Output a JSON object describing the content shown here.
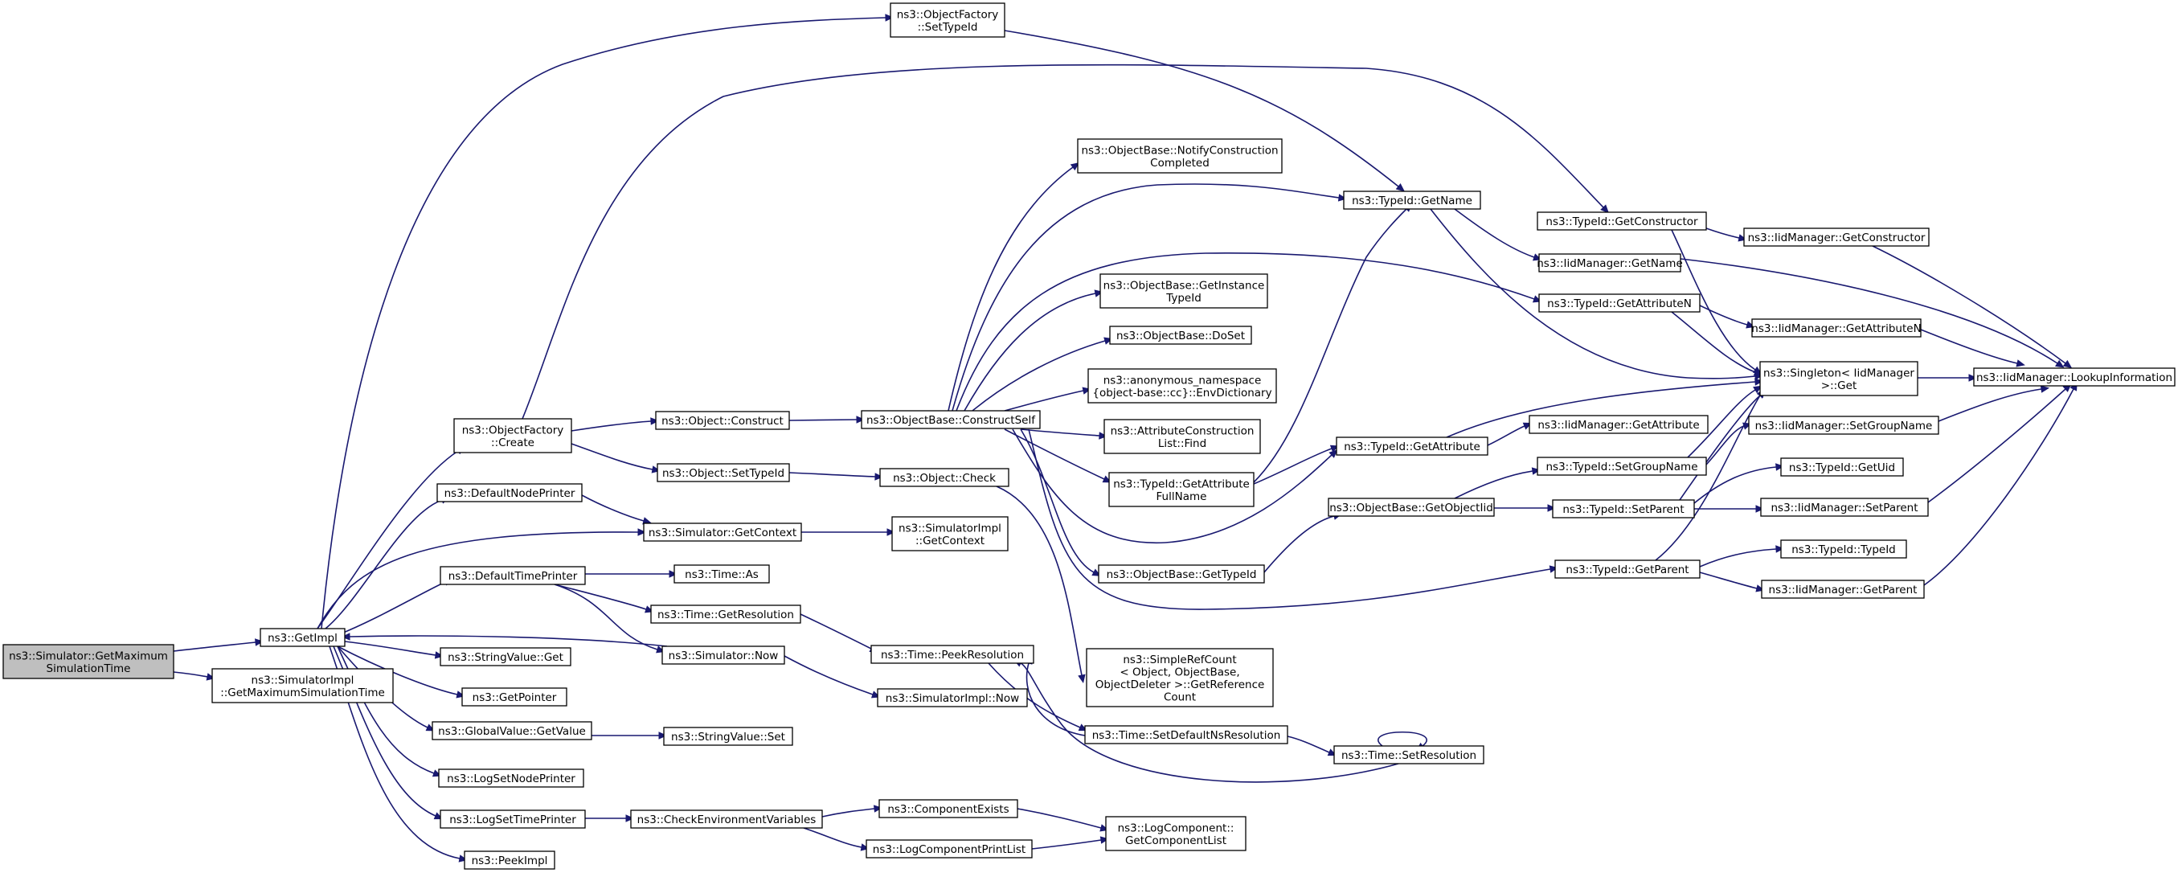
{
  "title": "",
  "colors": {
    "edge": "#191970",
    "node_border": "#000000",
    "root_fill": "#bfbfbf",
    "node_fill": "#ffffff"
  },
  "nodes": [
    {
      "id": "root",
      "lines": [
        "ns3::Simulator::GetMaximum",
        "SimulationTime"
      ],
      "root": true
    },
    {
      "id": "getimpl",
      "lines": [
        "ns3::GetImpl"
      ]
    },
    {
      "id": "simimplmax",
      "lines": [
        "ns3::SimulatorImpl",
        "::GetMaximumSimulationTime"
      ]
    },
    {
      "id": "ofcreate",
      "lines": [
        "ns3::ObjectFactory",
        "::Create"
      ]
    },
    {
      "id": "defnodeprinter",
      "lines": [
        "ns3::DefaultNodePrinter"
      ]
    },
    {
      "id": "deftimeprinter",
      "lines": [
        "ns3::DefaultTimePrinter"
      ]
    },
    {
      "id": "strvalget",
      "lines": [
        "ns3::StringValue::Get"
      ]
    },
    {
      "id": "getpointer",
      "lines": [
        "ns3::GetPointer"
      ]
    },
    {
      "id": "gvgetvalue",
      "lines": [
        "ns3::GlobalValue::GetValue"
      ]
    },
    {
      "id": "logsetnode",
      "lines": [
        "ns3::LogSetNodePrinter"
      ]
    },
    {
      "id": "logsettime",
      "lines": [
        "ns3::LogSetTimePrinter"
      ]
    },
    {
      "id": "peekimpl",
      "lines": [
        "ns3::PeekImpl"
      ]
    },
    {
      "id": "ofsettypeid",
      "lines": [
        "ns3::ObjectFactory",
        "::SetTypeId"
      ]
    },
    {
      "id": "objconstruct",
      "lines": [
        "ns3::Object::Construct"
      ]
    },
    {
      "id": "objsettypeid",
      "lines": [
        "ns3::Object::SetTypeId"
      ]
    },
    {
      "id": "simgetcontext",
      "lines": [
        "ns3::Simulator::GetContext"
      ]
    },
    {
      "id": "timeas",
      "lines": [
        "ns3::Time::As"
      ]
    },
    {
      "id": "timegetres",
      "lines": [
        "ns3::Time::GetResolution"
      ]
    },
    {
      "id": "simnow",
      "lines": [
        "ns3::Simulator::Now"
      ]
    },
    {
      "id": "strvalset",
      "lines": [
        "ns3::StringValue::Set"
      ]
    },
    {
      "id": "checkenv",
      "lines": [
        "ns3::CheckEnvironmentVariables"
      ]
    },
    {
      "id": "obcs",
      "lines": [
        "ns3::ObjectBase::ConstructSelf"
      ]
    },
    {
      "id": "objcheck",
      "lines": [
        "ns3::Object::Check"
      ]
    },
    {
      "id": "simimplctx",
      "lines": [
        "ns3::SimulatorImpl",
        "::GetContext"
      ]
    },
    {
      "id": "timepeekres",
      "lines": [
        "ns3::Time::PeekResolution"
      ]
    },
    {
      "id": "simimplnow",
      "lines": [
        "ns3::SimulatorImpl::Now"
      ]
    },
    {
      "id": "compexists",
      "lines": [
        "ns3::ComponentExists"
      ]
    },
    {
      "id": "logcompprint",
      "lines": [
        "ns3::LogComponentPrintList"
      ]
    },
    {
      "id": "obnotify",
      "lines": [
        "ns3::ObjectBase::NotifyConstruction",
        "Completed"
      ]
    },
    {
      "id": "obgetinst",
      "lines": [
        "ns3::ObjectBase::GetInstance",
        "TypeId"
      ]
    },
    {
      "id": "obdoset",
      "lines": [
        "ns3::ObjectBase::DoSet"
      ]
    },
    {
      "id": "anonenv",
      "lines": [
        "ns3::anonymous_namespace",
        "{object-base::cc}::EnvDictionary"
      ]
    },
    {
      "id": "attrfind",
      "lines": [
        "ns3::AttributeConstruction",
        "List::Find"
      ]
    },
    {
      "id": "tidgetattrfull",
      "lines": [
        "ns3::TypeId::GetAttribute",
        "FullName"
      ]
    },
    {
      "id": "obgettypeid",
      "lines": [
        "ns3::ObjectBase::GetTypeId"
      ]
    },
    {
      "id": "simplerefcount",
      "lines": [
        "ns3::SimpleRefCount",
        "< Object, ObjectBase,",
        "ObjectDeleter >::GetReference",
        "Count"
      ]
    },
    {
      "id": "timesetdefns",
      "lines": [
        "ns3::Time::SetDefaultNsResolution"
      ]
    },
    {
      "id": "logcompgetlist",
      "lines": [
        "ns3::LogComponent::",
        "GetComponentList"
      ]
    },
    {
      "id": "tidgetname",
      "lines": [
        "ns3::TypeId::GetName"
      ]
    },
    {
      "id": "tidgetattr",
      "lines": [
        "ns3::TypeId::GetAttribute"
      ]
    },
    {
      "id": "obgetobjtid",
      "lines": [
        "ns3::ObjectBase::GetObjectIid"
      ]
    },
    {
      "id": "timesetres",
      "lines": [
        "ns3::Time::SetResolution"
      ]
    },
    {
      "id": "tidgetctor",
      "lines": [
        "ns3::TypeId::GetConstructor"
      ]
    },
    {
      "id": "iidgetname",
      "lines": [
        "ns3::IidManager::GetName"
      ]
    },
    {
      "id": "tidgetattrn",
      "lines": [
        "ns3::TypeId::GetAttributeN"
      ]
    },
    {
      "id": "iidgetattr",
      "lines": [
        "ns3::IidManager::GetAttribute"
      ]
    },
    {
      "id": "tidsetgroup",
      "lines": [
        "ns3::TypeId::SetGroupName"
      ]
    },
    {
      "id": "tidsetparent",
      "lines": [
        "ns3::TypeId::SetParent"
      ]
    },
    {
      "id": "tidgetparent",
      "lines": [
        "ns3::TypeId::GetParent"
      ]
    },
    {
      "id": "iidgetctor",
      "lines": [
        "ns3::IidManager::GetConstructor"
      ]
    },
    {
      "id": "iidgetattrn",
      "lines": [
        "ns3::IidManager::GetAttributeN"
      ]
    },
    {
      "id": "singleton",
      "lines": [
        "ns3::Singleton< IidManager",
        ">::Get"
      ]
    },
    {
      "id": "iidsetgroup",
      "lines": [
        "ns3::IidManager::SetGroupName"
      ]
    },
    {
      "id": "tidgetuid",
      "lines": [
        "ns3::TypeId::GetUid"
      ]
    },
    {
      "id": "iidsetparent",
      "lines": [
        "ns3::IidManager::SetParent"
      ]
    },
    {
      "id": "tidtypeid",
      "lines": [
        "ns3::TypeId::TypeId"
      ]
    },
    {
      "id": "iidgetparent",
      "lines": [
        "ns3::IidManager::GetParent"
      ]
    },
    {
      "id": "iidlookup",
      "lines": [
        "ns3::IidManager::LookupInformation"
      ]
    }
  ]
}
